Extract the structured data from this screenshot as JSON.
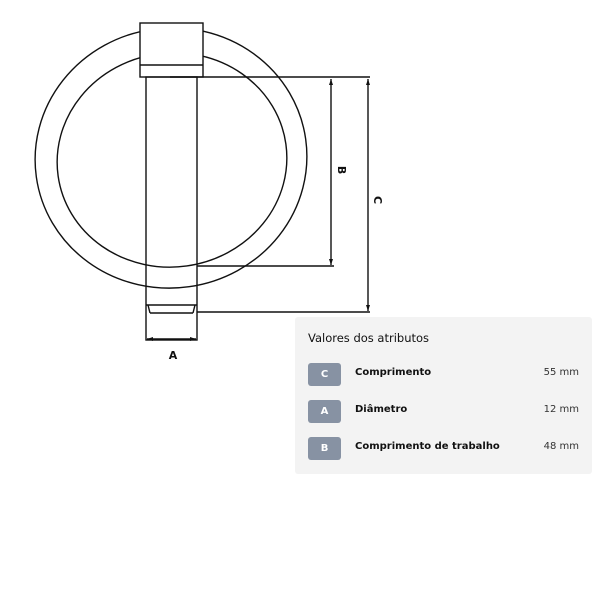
{
  "drawing": {
    "labels": {
      "a": "A",
      "b": "B",
      "c": "C"
    }
  },
  "panel": {
    "title": "Valores dos atributos",
    "badge_color": "#8792a3",
    "rows": [
      {
        "badge": "C",
        "name": "Comprimento",
        "value": "55 mm"
      },
      {
        "badge": "A",
        "name": "Diâmetro",
        "value": "12 mm"
      },
      {
        "badge": "B",
        "name": "Comprimento de trabalho",
        "value": "48 mm"
      }
    ]
  }
}
